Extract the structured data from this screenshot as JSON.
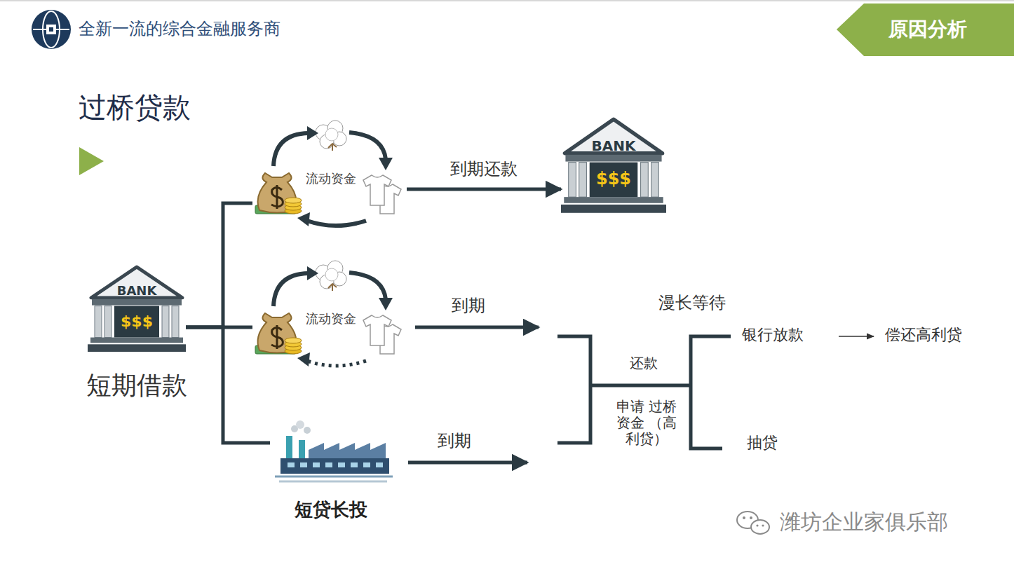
{
  "diagram": {
    "title": "过桥贷款",
    "nodes": [
      {
        "text": [
          "原因分析"
        ]
      },
      {
        "text": [
          "BANK",
          "$$$",
          "短期借款"
        ]
      },
      {
        "text": [
          "流动资金"
        ]
      },
      {
        "text": [
          "BANK",
          "$$$"
        ]
      },
      {
        "text": [
          "流动资金"
        ]
      },
      {
        "text": [
          "短贷长投"
        ]
      }
    ],
    "edges": [
      {
        "from": 1,
        "to": 2,
        "arrow": "none"
      },
      {
        "from": 1,
        "to": 4,
        "arrow": "none"
      },
      {
        "from": 1,
        "to": 5,
        "arrow": "none"
      },
      {
        "from": 2,
        "to": 3,
        "label": "到期还款",
        "arrow": "to"
      }
    ],
    "labels": [
      "全新一流的综合金融服务商",
      "到期",
      "到期",
      "漫长等待",
      "还款",
      "申请 过桥资金 （高利贷）",
      "银行放款",
      "偿还高利贷",
      "抽贷",
      "潍坊企业家俱乐部"
    ]
  }
}
